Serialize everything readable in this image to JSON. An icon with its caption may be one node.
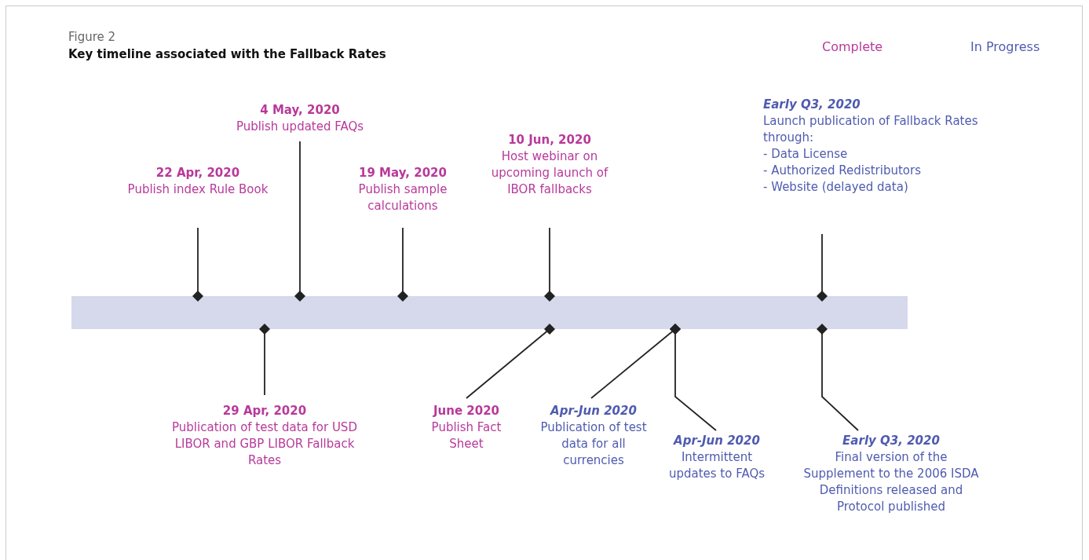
{
  "diagram": {
    "title": "Key timeline associated with the Fallback Rates",
    "nodes": [
      {
        "text": [],
        "shape": "bar"
      },
      {
        "text": [
          "22 Apr, 2020",
          "Publish index Rule Book"
        ]
      },
      {
        "text": [
          "4 May, 2020",
          "Publish updated FAQs"
        ]
      },
      {
        "text": [
          "19 May, 2020",
          "Publish sample calculations"
        ]
      },
      {
        "text": [
          "10 Jun, 2020",
          "Host webinar on upcoming launch of IBOR fallbacks"
        ]
      },
      {
        "text": [
          "Early Q3, 2020",
          "Launch publication of Fallback Rates through:",
          "- Data License",
          "- Authorized Redistributors",
          "- Website (delayed data)"
        ]
      },
      {
        "text": [
          "29 Apr, 2020",
          "Publication of test data for USD LIBOR and GBP LIBOR Fallback Rates"
        ]
      },
      {
        "text": [
          "June 2020",
          "Publish Fact Sheet"
        ]
      },
      {
        "text": [
          "Apr-Jun 2020",
          "Publication of test data for all currencies"
        ]
      },
      {
        "text": [
          "Apr-Jun 2020",
          "Intermittent updates to FAQs"
        ]
      },
      {
        "text": [
          "Early Q3, 2020",
          "Final version of the Supplement to the 2006 ISDA Definitions released and Protocol published"
        ]
      }
    ],
    "edges": [
      {
        "from": 1,
        "to": 0,
        "arrow": "other"
      },
      {
        "from": 2,
        "to": 0,
        "arrow": "other"
      },
      {
        "from": 3,
        "to": 0,
        "arrow": "other"
      },
      {
        "from": 4,
        "to": 0,
        "arrow": "other"
      },
      {
        "from": 5,
        "to": 0,
        "arrow": "other"
      },
      {
        "from": 6,
        "to": 0,
        "arrow": "other"
      },
      {
        "from": 7,
        "to": 0,
        "arrow": "other"
      },
      {
        "from": 8,
        "to": 0,
        "arrow": "other"
      },
      {
        "from": 9,
        "to": 0,
        "arrow": "other"
      },
      {
        "from": 10,
        "to": 0,
        "arrow": "other"
      }
    ],
    "labels": [
      "Figure 2"
    ],
    "legend": [
      {
        "text": "Complete",
        "color": "#b8399a"
      },
      {
        "text": "In Progress",
        "color": "#4f5bb0"
      }
    ]
  }
}
